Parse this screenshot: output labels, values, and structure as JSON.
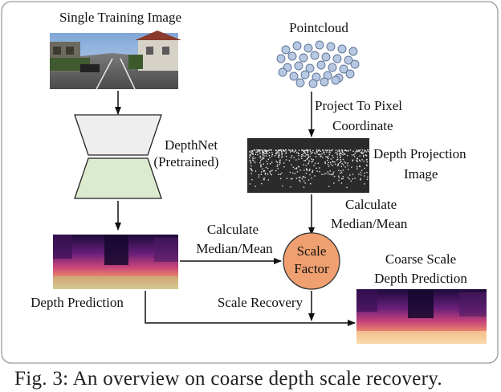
{
  "labels": {
    "single_training_image": "Single Training Image",
    "pointcloud": "Pointcloud",
    "project_line1": "Project To Pixel",
    "project_line2": "Coordinate",
    "depthnet": "DepthNet",
    "pretrained": "(Pretrained)",
    "depth_projection_line1": "Depth Projection",
    "depth_projection_line2": "Image",
    "calc_right_line1": "Calculate",
    "calc_right_line2": "Median/Mean",
    "calc_left_line1": "Calculate",
    "calc_left_line2": "Median/Mean",
    "scale_line1": "Scale",
    "scale_line2": "Factor",
    "coarse_line1": "Coarse Scale",
    "coarse_line2": "Depth Prediction",
    "depth_prediction": "Depth Prediction",
    "scale_recovery": "Scale Recovery"
  },
  "caption": "Fig. 3: An overview on coarse depth scale recovery.",
  "colors": {
    "encoder_fill": "#eeeeee",
    "decoder_fill": "#dcebcf",
    "scale_factor_fill": "#f0a070",
    "pointcloud_fill": "#b7c8e2",
    "arrow": "#111111"
  }
}
